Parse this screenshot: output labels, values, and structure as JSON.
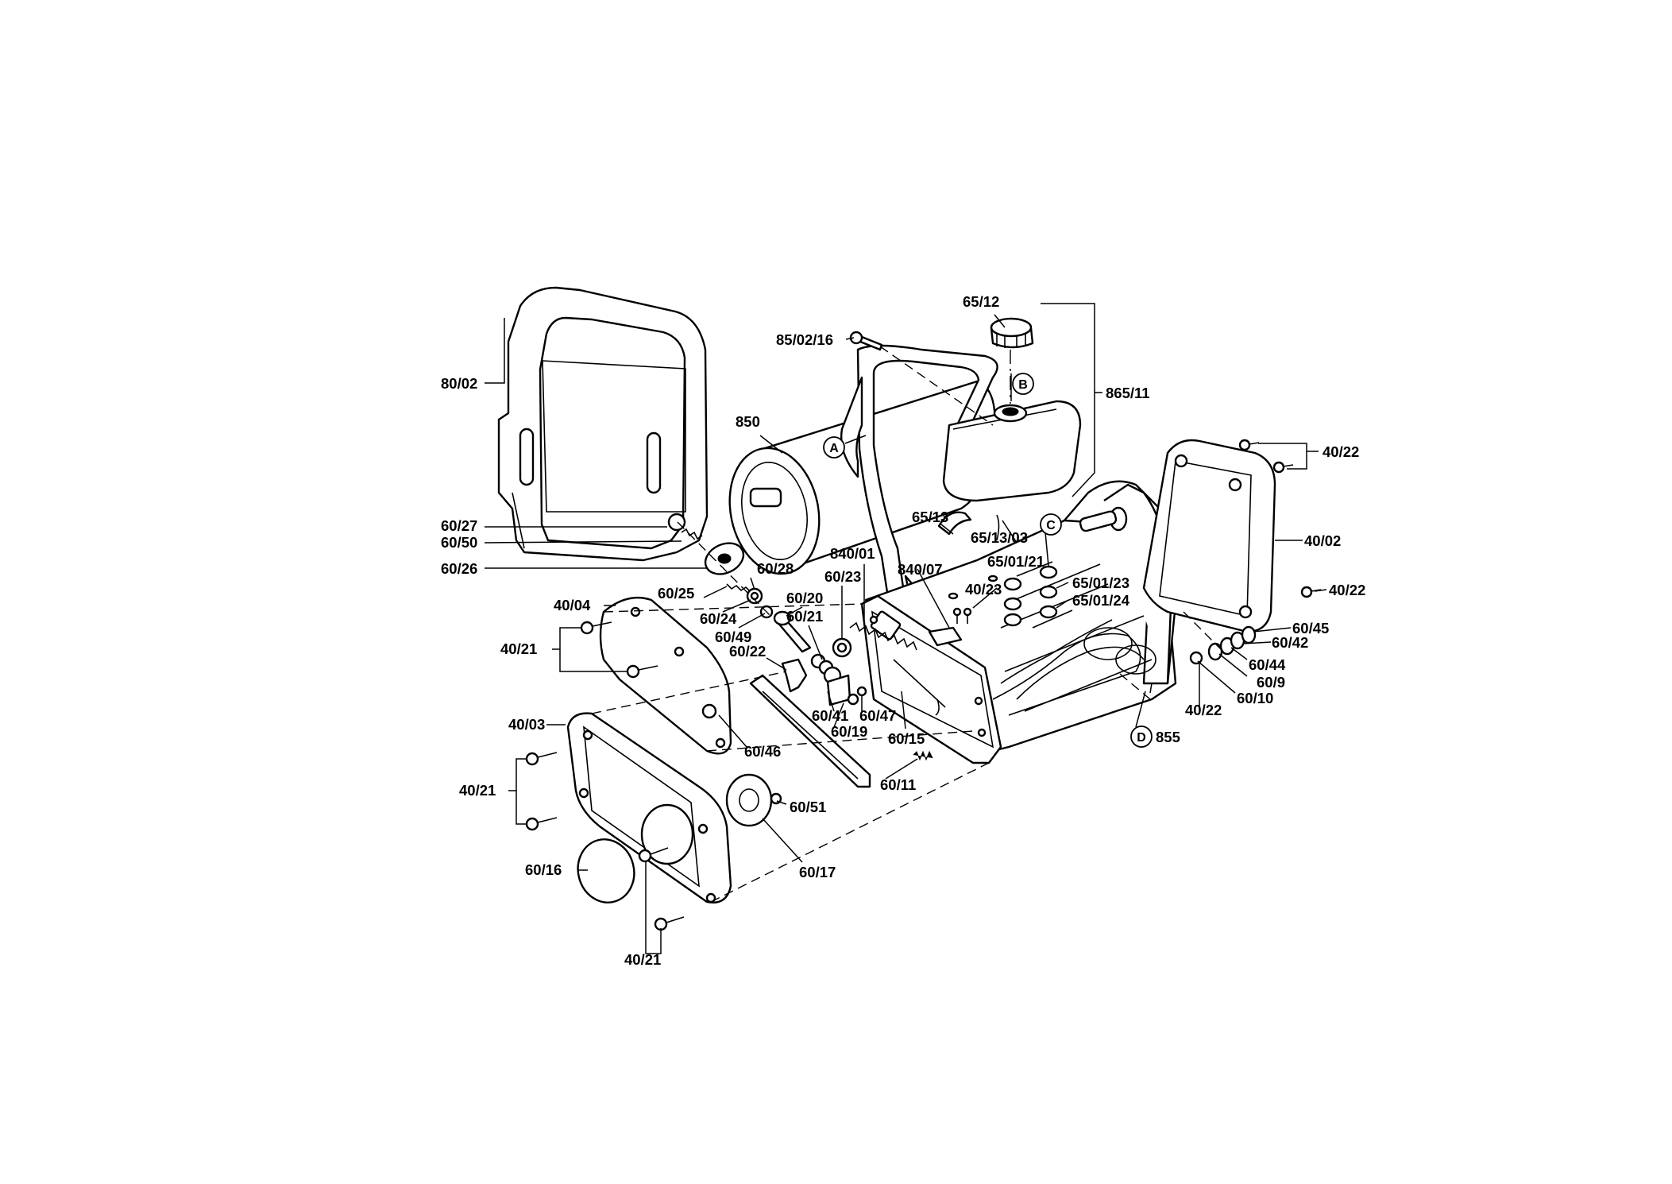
{
  "callouts": [
    {
      "id": "80_02",
      "text": "80/02"
    },
    {
      "id": "850",
      "text": "850"
    },
    {
      "id": "85_02_16",
      "text": "85/02/16"
    },
    {
      "id": "65_12",
      "text": "65/12"
    },
    {
      "id": "865_11",
      "text": "865/11"
    },
    {
      "id": "40_22_a",
      "text": "40/22"
    },
    {
      "id": "40_02",
      "text": "40/02"
    },
    {
      "id": "40_22_b",
      "text": "40/22"
    },
    {
      "id": "60_45",
      "text": "60/45"
    },
    {
      "id": "60_42",
      "text": "60/42"
    },
    {
      "id": "60_44",
      "text": "60/44"
    },
    {
      "id": "60_9",
      "text": "60/9"
    },
    {
      "id": "60_10",
      "text": "60/10"
    },
    {
      "id": "40_22_c",
      "text": "40/22"
    },
    {
      "id": "855",
      "text": "855"
    },
    {
      "id": "65_13",
      "text": "65/13"
    },
    {
      "id": "65_13_03",
      "text": "65/13/03"
    },
    {
      "id": "65_01_21",
      "text": "65/01/21"
    },
    {
      "id": "65_01_23",
      "text": "65/01/23"
    },
    {
      "id": "65_01_24",
      "text": "65/01/24"
    },
    {
      "id": "40_23",
      "text": "40/23"
    },
    {
      "id": "840_01",
      "text": "840/01"
    },
    {
      "id": "840_07",
      "text": "840/07"
    },
    {
      "id": "60_23",
      "text": "60/23"
    },
    {
      "id": "60_20",
      "text": "60/20"
    },
    {
      "id": "60_21",
      "text": "60/21"
    },
    {
      "id": "60_28",
      "text": "60/28"
    },
    {
      "id": "60_25",
      "text": "60/25"
    },
    {
      "id": "60_24",
      "text": "60/24"
    },
    {
      "id": "60_49",
      "text": "60/49"
    },
    {
      "id": "60_22",
      "text": "60/22"
    },
    {
      "id": "60_27",
      "text": "60/27"
    },
    {
      "id": "60_50",
      "text": "60/50"
    },
    {
      "id": "60_26",
      "text": "60/26"
    },
    {
      "id": "40_04",
      "text": "40/04"
    },
    {
      "id": "40_21_a",
      "text": "40/21"
    },
    {
      "id": "40_03",
      "text": "40/03"
    },
    {
      "id": "40_21_b",
      "text": "40/21"
    },
    {
      "id": "40_21_c",
      "text": "40/21"
    },
    {
      "id": "60_16",
      "text": "60/16"
    },
    {
      "id": "60_46",
      "text": "60/46"
    },
    {
      "id": "60_41",
      "text": "60/41"
    },
    {
      "id": "60_47",
      "text": "60/47"
    },
    {
      "id": "60_19",
      "text": "60/19"
    },
    {
      "id": "60_15",
      "text": "60/15"
    },
    {
      "id": "60_11",
      "text": "60/11"
    },
    {
      "id": "60_51",
      "text": "60/51"
    },
    {
      "id": "60_17",
      "text": "60/17"
    }
  ],
  "reference_markers": {
    "a": "A",
    "b": "B",
    "c": "C",
    "d": "D"
  }
}
